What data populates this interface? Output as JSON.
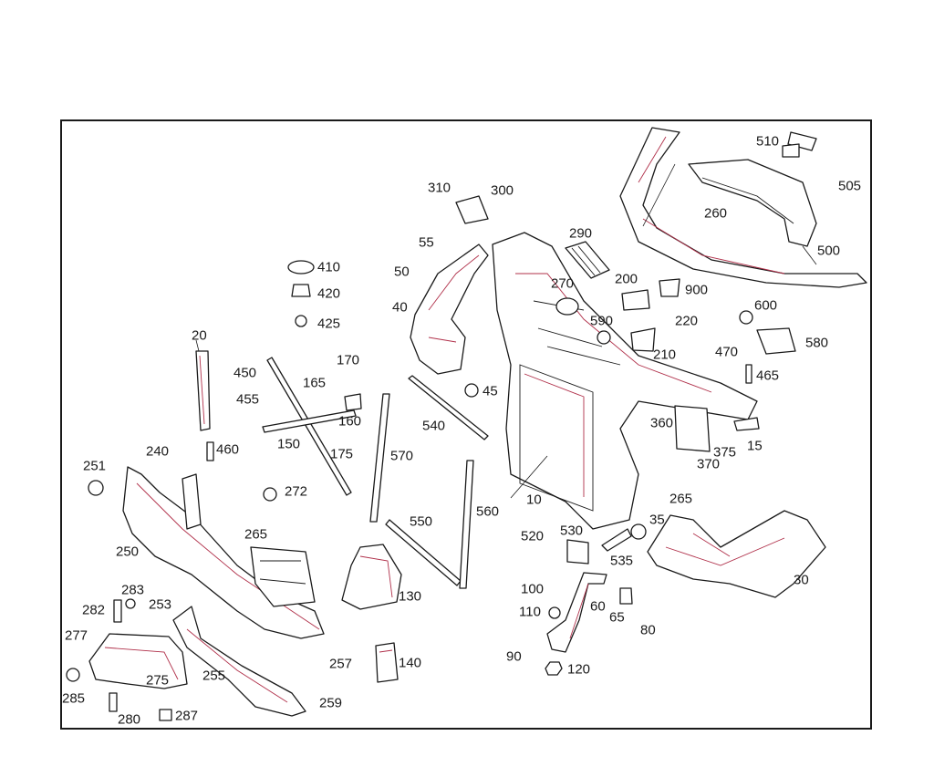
{
  "callouts": [
    {
      "id": "c10",
      "text": "10"
    },
    {
      "id": "c15",
      "text": "15"
    },
    {
      "id": "c20",
      "text": "20"
    },
    {
      "id": "c30",
      "text": "30"
    },
    {
      "id": "c35",
      "text": "35"
    },
    {
      "id": "c40",
      "text": "40"
    },
    {
      "id": "c45",
      "text": "45"
    },
    {
      "id": "c50",
      "text": "50"
    },
    {
      "id": "c55",
      "text": "55"
    },
    {
      "id": "c60",
      "text": "60"
    },
    {
      "id": "c65",
      "text": "65"
    },
    {
      "id": "c80",
      "text": "80"
    },
    {
      "id": "c90",
      "text": "90"
    },
    {
      "id": "c100",
      "text": "100"
    },
    {
      "id": "c110",
      "text": "110"
    },
    {
      "id": "c120",
      "text": "120"
    },
    {
      "id": "c130",
      "text": "130"
    },
    {
      "id": "c140",
      "text": "140"
    },
    {
      "id": "c150",
      "text": "150"
    },
    {
      "id": "c160",
      "text": "160"
    },
    {
      "id": "c165",
      "text": "165"
    },
    {
      "id": "c170",
      "text": "170"
    },
    {
      "id": "c175",
      "text": "175"
    },
    {
      "id": "c200",
      "text": "200"
    },
    {
      "id": "c210",
      "text": "210"
    },
    {
      "id": "c220",
      "text": "220"
    },
    {
      "id": "c240",
      "text": "240"
    },
    {
      "id": "c250",
      "text": "250"
    },
    {
      "id": "c251",
      "text": "251"
    },
    {
      "id": "c253",
      "text": "253"
    },
    {
      "id": "c255",
      "text": "255"
    },
    {
      "id": "c257",
      "text": "257"
    },
    {
      "id": "c259",
      "text": "259"
    },
    {
      "id": "c260",
      "text": "260"
    },
    {
      "id": "c265a",
      "text": "265"
    },
    {
      "id": "c265b",
      "text": "265"
    },
    {
      "id": "c270",
      "text": "270"
    },
    {
      "id": "c272",
      "text": "272"
    },
    {
      "id": "c275",
      "text": "275"
    },
    {
      "id": "c277",
      "text": "277"
    },
    {
      "id": "c280",
      "text": "280"
    },
    {
      "id": "c282",
      "text": "282"
    },
    {
      "id": "c283",
      "text": "283"
    },
    {
      "id": "c285",
      "text": "285"
    },
    {
      "id": "c287",
      "text": "287"
    },
    {
      "id": "c290",
      "text": "290"
    },
    {
      "id": "c300",
      "text": "300"
    },
    {
      "id": "c310",
      "text": "310"
    },
    {
      "id": "c360",
      "text": "360"
    },
    {
      "id": "c370",
      "text": "370"
    },
    {
      "id": "c375",
      "text": "375"
    },
    {
      "id": "c410",
      "text": "410"
    },
    {
      "id": "c420",
      "text": "420"
    },
    {
      "id": "c425",
      "text": "425"
    },
    {
      "id": "c450",
      "text": "450"
    },
    {
      "id": "c455",
      "text": "455"
    },
    {
      "id": "c460",
      "text": "460"
    },
    {
      "id": "c465",
      "text": "465"
    },
    {
      "id": "c470",
      "text": "470"
    },
    {
      "id": "c500",
      "text": "500"
    },
    {
      "id": "c505",
      "text": "505"
    },
    {
      "id": "c510",
      "text": "510"
    },
    {
      "id": "c520",
      "text": "520"
    },
    {
      "id": "c530",
      "text": "530"
    },
    {
      "id": "c535",
      "text": "535"
    },
    {
      "id": "c540",
      "text": "540"
    },
    {
      "id": "c550",
      "text": "550"
    },
    {
      "id": "c560",
      "text": "560"
    },
    {
      "id": "c570",
      "text": "570"
    },
    {
      "id": "c580",
      "text": "580"
    },
    {
      "id": "c590",
      "text": "590"
    },
    {
      "id": "c600",
      "text": "600"
    },
    {
      "id": "c900",
      "text": "900"
    }
  ],
  "colors": {
    "line": "#1a1a1a",
    "accent": "#b0304a",
    "background": "#ffffff"
  }
}
